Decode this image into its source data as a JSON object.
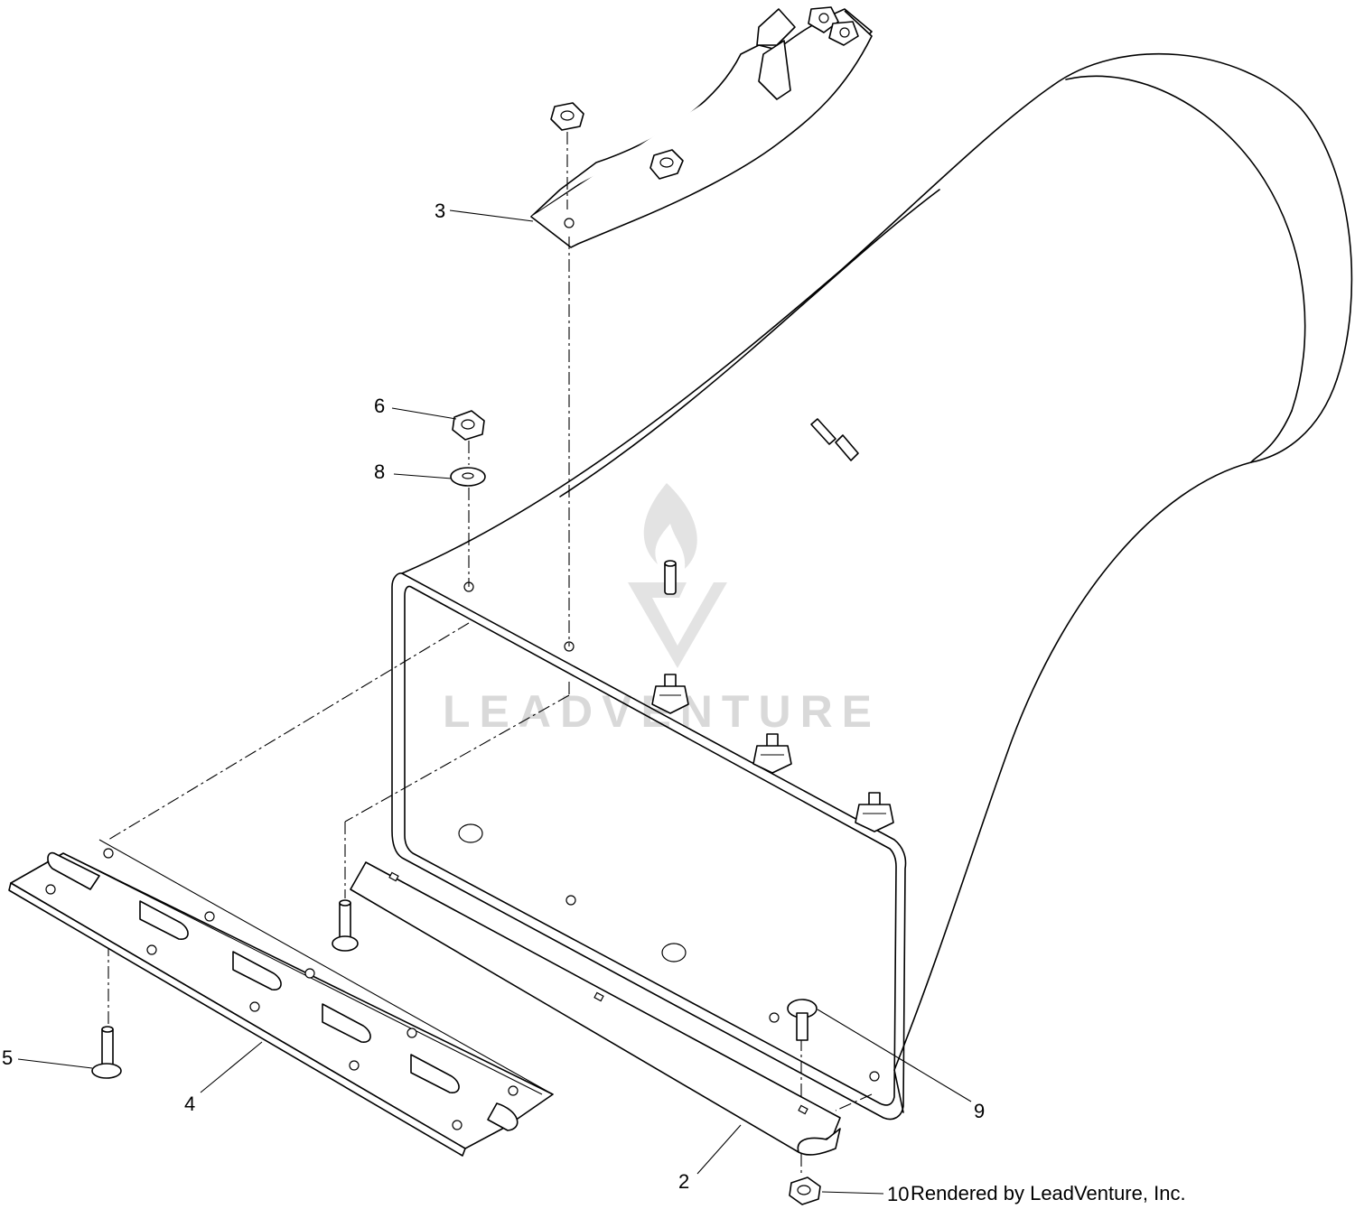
{
  "callouts": [
    "3",
    "6",
    "8",
    "5",
    "4",
    "2",
    "9",
    "10"
  ],
  "credit": "Rendered by LeadVenture, Inc.",
  "watermark": {
    "text": "LEADVENTURE",
    "color": "#d9d9d9"
  },
  "icons": [
    "flame-icon",
    "leadventure-logo-icon"
  ]
}
